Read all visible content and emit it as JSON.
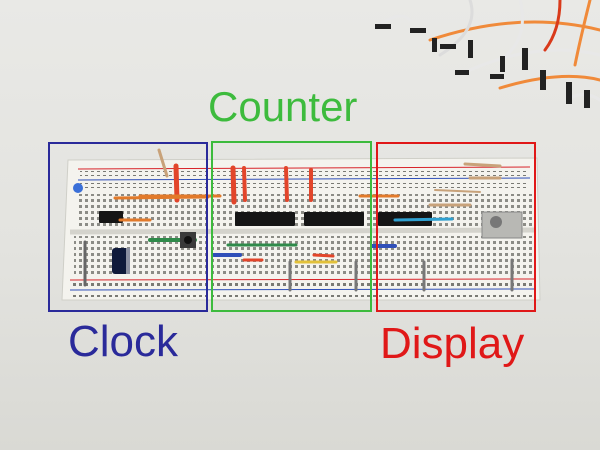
{
  "labels": {
    "counter": "Counter",
    "clock": "Clock",
    "display": "Display"
  },
  "colors": {
    "clock": "#2a2a9a",
    "counter": "#3dbb3d",
    "display": "#e01818"
  },
  "objects": [
    "breadboard",
    "jumper-wires",
    "resistors",
    "integrated-circuits",
    "capacitor",
    "push-button",
    "led",
    "potentiometer"
  ]
}
